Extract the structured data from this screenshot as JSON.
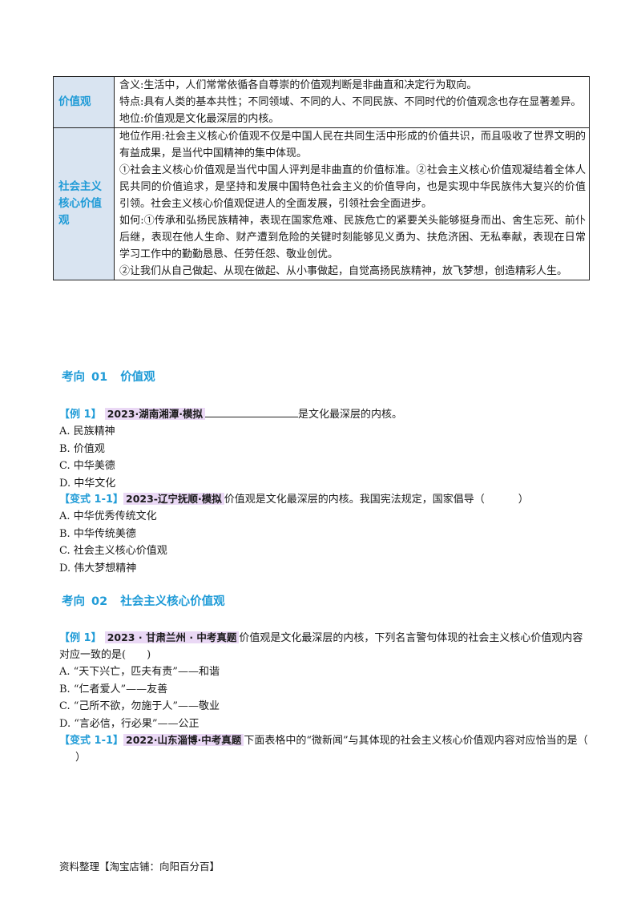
{
  "table": {
    "rows": [
      {
        "term": "价值观",
        "lines": [
          "含义:生活中，人们常常依循各自尊崇的价值观判断是非曲直和决定行为取向。",
          "特点:具有人类的基本共性；不同领域、不同的人、不同民族、不同时代的价值观念也存在显著差异。",
          "地位:价值观是文化最深层的内核。"
        ]
      },
      {
        "term": "社会主义核心价值观",
        "lines": [
          "地位作用:社会主义核心价值观不仅是中国人民在共同生活中形成的价值共识，而且吸收了世界文明的有益成果，是当代中国精神的集中体现。",
          "①社会主义核心价值观是当代中国人评判是非曲直的价值标准。②社会主义核心价值观凝结着全体人民共同的价值追求，是坚持和发展中国特色社会主义的价值导向，也是实现中华民族伟大复兴的价值引领。社会主义核心价值观促进人的全面发展，引领社会全面进步。",
          "如何:①传承和弘扬民族精神，表现在国家危难、民族危亡的紧要关头能够挺身而出、舍生忘死、前仆后继，表现在他人生命、财产遭到危险的关键时刻能够见义勇为、扶危济困、无私奉献，表现在日常学习工作中的勤勤恳恳、任劳任怨、敬业创优。",
          "②让我们从自己做起、从现在做起、从小事做起，自觉高扬民族精神，放飞梦想，创造精彩人生。"
        ]
      }
    ]
  },
  "section1": {
    "heading_label": "考向",
    "heading_num": "01",
    "heading_title": "价值观",
    "example": {
      "tag": "【例 1】",
      "source": "2023·湖南湘潭·模拟",
      "stem": "是文化最深层的内核。",
      "options": [
        "A. 民族精神",
        "B. 价值观",
        "C. 中华美德",
        "D. 中华文化"
      ]
    },
    "variant": {
      "tag": "【变式 1-1】",
      "source": "2023-辽宁抚顺·模拟",
      "stem": "价值观是文化最深层的内核。我国宪法规定，国家倡导（",
      "stem_end": "）",
      "options": [
        "A. 中华优秀传统文化",
        "B. 中华传统美德",
        "C. 社会主义核心价值观",
        "D. 伟大梦想精神"
      ]
    }
  },
  "section2": {
    "heading_label": "考向",
    "heading_num": "02",
    "heading_title": "社会主义核心价值观",
    "example": {
      "tag": "【例 1】",
      "source": "2023 · 甘肃兰州 · 中考真题",
      "stem": "价值观是文化最深层的内核，下列名言警句体现的社会主义核心价值观内容对应一致的是(",
      "stem_end": ")",
      "options": [
        "A. “天下兴亡，匹夫有责”——和谐",
        "B. “仁者爱人”——友善",
        "C. “己所不欲，勿施于人”——敬业",
        "D. “言必信，行必果”——公正"
      ]
    },
    "variant": {
      "tag": "【变式 1-1】",
      "source": "2022·山东淄博·中考真题",
      "stem": "下面表格中的“微新闻”与其体现的社会主义核心价值观内容对应恰当的是（",
      "stem_end": "）"
    }
  },
  "footer": "资料整理【淘宝店铺：向阳百分百】",
  "colors": {
    "accent": "#1f9bd7",
    "term_bg": "#d9e4f1",
    "source_bg": "#ead8f5"
  }
}
